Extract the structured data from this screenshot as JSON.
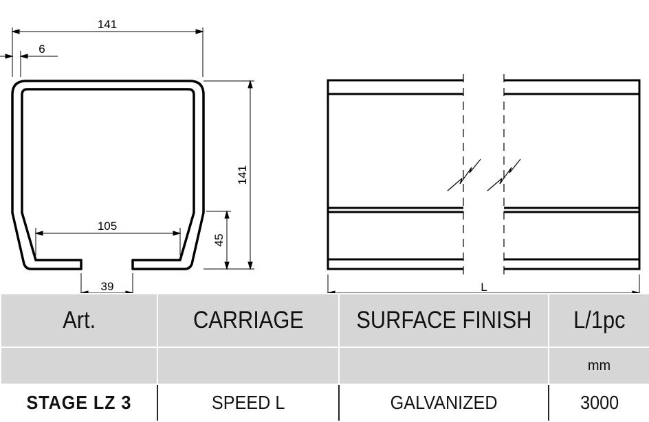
{
  "drawing": {
    "dims": {
      "width_top": "141",
      "wall": "6",
      "height": "141",
      "inner_width": "105",
      "lower_height": "45",
      "slot": "39",
      "length": "L"
    }
  },
  "table": {
    "headers": [
      "Art.",
      "CARRIAGE",
      "SURFACE FINISH",
      "L/1pc"
    ],
    "units": [
      "",
      "",
      "",
      "mm"
    ],
    "rows": [
      {
        "art": "STAGE LZ 3",
        "carriage": "SPEED L",
        "finish": "GALVANIZED",
        "length": "3000"
      }
    ]
  }
}
